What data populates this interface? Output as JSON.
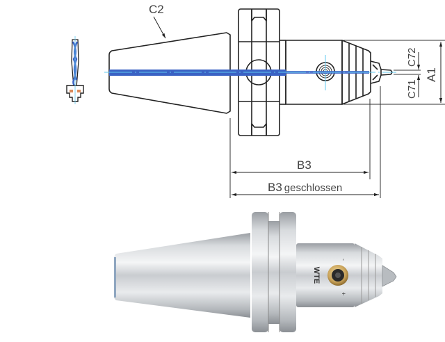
{
  "drawing": {
    "labels": {
      "c2": "C2",
      "c72": "C72",
      "c71": "C71",
      "a1": "A1",
      "b3": "B3",
      "b3_closed_prefix": "B3",
      "b3_closed_suffix": "geschlossen"
    },
    "colors": {
      "axis": "#3a62c4",
      "centerline": "#5fc8f0"
    }
  },
  "photo": {
    "brand_logo": "WTE",
    "markings": [
      "-",
      "+"
    ]
  }
}
